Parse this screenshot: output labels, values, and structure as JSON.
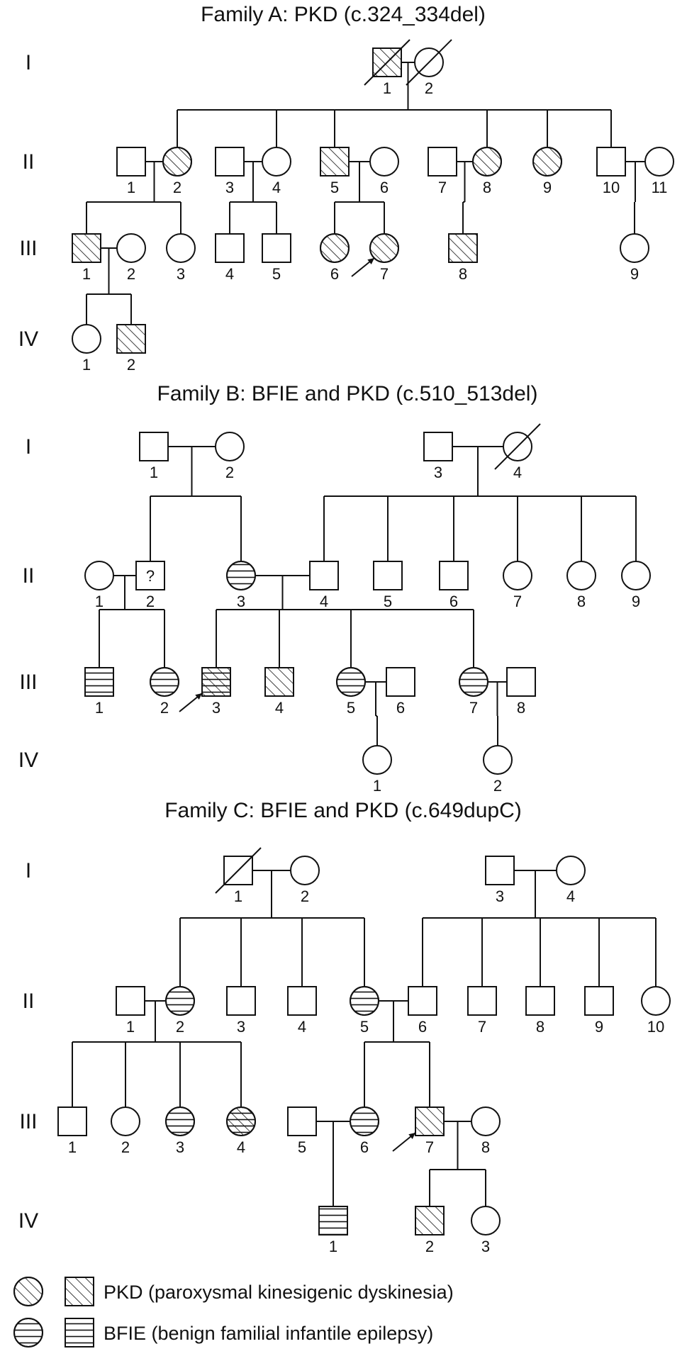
{
  "families": [
    {
      "id": "A",
      "title": "Family A: PKD (c.324_334del)",
      "generations": [
        "I",
        "II",
        "III",
        "IV"
      ],
      "individuals": [
        {
          "id": "A-I-1",
          "label": "1",
          "sex": "male",
          "status": "pkd",
          "deceased": true
        },
        {
          "id": "A-I-2",
          "label": "2",
          "sex": "female",
          "status": "unaffected",
          "deceased": true
        },
        {
          "id": "A-II-1",
          "label": "1",
          "sex": "male",
          "status": "unaffected"
        },
        {
          "id": "A-II-2",
          "label": "2",
          "sex": "female",
          "status": "pkd"
        },
        {
          "id": "A-II-3",
          "label": "3",
          "sex": "male",
          "status": "unaffected"
        },
        {
          "id": "A-II-4",
          "label": "4",
          "sex": "female",
          "status": "unaffected"
        },
        {
          "id": "A-II-5",
          "label": "5",
          "sex": "male",
          "status": "pkd"
        },
        {
          "id": "A-II-6",
          "label": "6",
          "sex": "female",
          "status": "unaffected"
        },
        {
          "id": "A-II-7",
          "label": "7",
          "sex": "male",
          "status": "unaffected"
        },
        {
          "id": "A-II-8",
          "label": "8",
          "sex": "female",
          "status": "pkd"
        },
        {
          "id": "A-II-9",
          "label": "9",
          "sex": "female",
          "status": "pkd"
        },
        {
          "id": "A-II-10",
          "label": "10",
          "sex": "male",
          "status": "unaffected"
        },
        {
          "id": "A-II-11",
          "label": "11",
          "sex": "female",
          "status": "unaffected"
        },
        {
          "id": "A-III-1",
          "label": "1",
          "sex": "male",
          "status": "pkd"
        },
        {
          "id": "A-III-2",
          "label": "2",
          "sex": "female",
          "status": "unaffected"
        },
        {
          "id": "A-III-3",
          "label": "3",
          "sex": "female",
          "status": "unaffected"
        },
        {
          "id": "A-III-4",
          "label": "4",
          "sex": "male",
          "status": "unaffected"
        },
        {
          "id": "A-III-5",
          "label": "5",
          "sex": "male",
          "status": "unaffected"
        },
        {
          "id": "A-III-6",
          "label": "6",
          "sex": "female",
          "status": "pkd"
        },
        {
          "id": "A-III-7",
          "label": "7",
          "sex": "female",
          "status": "pkd",
          "proband": true
        },
        {
          "id": "A-III-8",
          "label": "8",
          "sex": "male",
          "status": "pkd"
        },
        {
          "id": "A-III-9",
          "label": "9",
          "sex": "female",
          "status": "unaffected"
        },
        {
          "id": "A-IV-1",
          "label": "1",
          "sex": "female",
          "status": "unaffected"
        },
        {
          "id": "A-IV-2",
          "label": "2",
          "sex": "male",
          "status": "pkd"
        }
      ],
      "couples": [
        {
          "partners": [
            "A-I-1",
            "A-I-2"
          ],
          "children": [
            "A-II-2",
            "A-II-4",
            "A-II-5",
            "A-II-8",
            "A-II-9",
            "A-II-10"
          ]
        },
        {
          "partners": [
            "A-II-1",
            "A-II-2"
          ],
          "children": [
            "A-III-1",
            "A-III-3"
          ]
        },
        {
          "partners": [
            "A-II-3",
            "A-II-4"
          ],
          "children": [
            "A-III-4",
            "A-III-5"
          ]
        },
        {
          "partners": [
            "A-II-5",
            "A-II-6"
          ],
          "children": [
            "A-III-6",
            "A-III-7"
          ]
        },
        {
          "partners": [
            "A-II-7",
            "A-II-8"
          ],
          "children": [
            "A-III-8"
          ]
        },
        {
          "partners": [
            "A-II-10",
            "A-II-11"
          ],
          "children": [
            "A-III-9"
          ]
        },
        {
          "partners": [
            "A-III-1",
            "A-III-2"
          ],
          "children": [
            "A-IV-1",
            "A-IV-2"
          ]
        }
      ]
    },
    {
      "id": "B",
      "title": "Family B: BFIE and PKD (c.510_513del)",
      "generations": [
        "I",
        "II",
        "III",
        "IV"
      ],
      "individuals": [
        {
          "id": "B-I-1",
          "label": "1",
          "sex": "male",
          "status": "unaffected"
        },
        {
          "id": "B-I-2",
          "label": "2",
          "sex": "female",
          "status": "unaffected"
        },
        {
          "id": "B-I-3",
          "label": "3",
          "sex": "male",
          "status": "unaffected"
        },
        {
          "id": "B-I-4",
          "label": "4",
          "sex": "female",
          "status": "unaffected",
          "deceased": true
        },
        {
          "id": "B-II-1",
          "label": "1",
          "sex": "female",
          "status": "unaffected"
        },
        {
          "id": "B-II-2",
          "label": "2",
          "sex": "male",
          "status": "unknown",
          "mark": "?"
        },
        {
          "id": "B-II-3",
          "label": "3",
          "sex": "female",
          "status": "bfie"
        },
        {
          "id": "B-II-4",
          "label": "4",
          "sex": "male",
          "status": "unaffected"
        },
        {
          "id": "B-II-5",
          "label": "5",
          "sex": "male",
          "status": "unaffected"
        },
        {
          "id": "B-II-6",
          "label": "6",
          "sex": "male",
          "status": "unaffected"
        },
        {
          "id": "B-II-7",
          "label": "7",
          "sex": "female",
          "status": "unaffected"
        },
        {
          "id": "B-II-8",
          "label": "8",
          "sex": "female",
          "status": "unaffected"
        },
        {
          "id": "B-II-9",
          "label": "9",
          "sex": "female",
          "status": "unaffected"
        },
        {
          "id": "B-III-1",
          "label": "1",
          "sex": "male",
          "status": "bfie"
        },
        {
          "id": "B-III-2",
          "label": "2",
          "sex": "female",
          "status": "bfie"
        },
        {
          "id": "B-III-3",
          "label": "3",
          "sex": "male",
          "status": "both",
          "proband": true
        },
        {
          "id": "B-III-4",
          "label": "4",
          "sex": "male",
          "status": "pkd"
        },
        {
          "id": "B-III-5",
          "label": "5",
          "sex": "female",
          "status": "bfie"
        },
        {
          "id": "B-III-6",
          "label": "6",
          "sex": "male",
          "status": "unaffected"
        },
        {
          "id": "B-III-7",
          "label": "7",
          "sex": "female",
          "status": "bfie"
        },
        {
          "id": "B-III-8",
          "label": "8",
          "sex": "male",
          "status": "unaffected"
        },
        {
          "id": "B-IV-1",
          "label": "1",
          "sex": "female",
          "status": "unaffected"
        },
        {
          "id": "B-IV-2",
          "label": "2",
          "sex": "female",
          "status": "unaffected"
        }
      ],
      "couples": [
        {
          "partners": [
            "B-I-1",
            "B-I-2"
          ],
          "children": [
            "B-II-2",
            "B-II-3"
          ]
        },
        {
          "partners": [
            "B-I-3",
            "B-I-4"
          ],
          "children": [
            "B-II-4",
            "B-II-5",
            "B-II-6",
            "B-II-7",
            "B-II-8",
            "B-II-9"
          ]
        },
        {
          "partners": [
            "B-II-1",
            "B-II-2"
          ],
          "children": [
            "B-III-1",
            "B-III-2"
          ]
        },
        {
          "partners": [
            "B-II-3",
            "B-II-4"
          ],
          "children": [
            "B-III-3",
            "B-III-4",
            "B-III-5",
            "B-III-7"
          ]
        },
        {
          "partners": [
            "B-III-5",
            "B-III-6"
          ],
          "children": [
            "B-IV-1"
          ]
        },
        {
          "partners": [
            "B-III-7",
            "B-III-8"
          ],
          "children": [
            "B-IV-2"
          ]
        }
      ]
    },
    {
      "id": "C",
      "title": "Family C: BFIE and PKD (c.649dupC)",
      "generations": [
        "I",
        "II",
        "III",
        "IV"
      ],
      "individuals": [
        {
          "id": "C-I-1",
          "label": "1",
          "sex": "male",
          "status": "unaffected",
          "deceased": true
        },
        {
          "id": "C-I-2",
          "label": "2",
          "sex": "female",
          "status": "unaffected"
        },
        {
          "id": "C-I-3",
          "label": "3",
          "sex": "male",
          "status": "unaffected"
        },
        {
          "id": "C-I-4",
          "label": "4",
          "sex": "female",
          "status": "unaffected"
        },
        {
          "id": "C-II-1",
          "label": "1",
          "sex": "male",
          "status": "unaffected"
        },
        {
          "id": "C-II-2",
          "label": "2",
          "sex": "female",
          "status": "bfie"
        },
        {
          "id": "C-II-3",
          "label": "3",
          "sex": "male",
          "status": "unaffected"
        },
        {
          "id": "C-II-4",
          "label": "4",
          "sex": "male",
          "status": "unaffected"
        },
        {
          "id": "C-II-5",
          "label": "5",
          "sex": "female",
          "status": "bfie"
        },
        {
          "id": "C-II-6",
          "label": "6",
          "sex": "male",
          "status": "unaffected"
        },
        {
          "id": "C-II-7",
          "label": "7",
          "sex": "male",
          "status": "unaffected"
        },
        {
          "id": "C-II-8",
          "label": "8",
          "sex": "male",
          "status": "unaffected"
        },
        {
          "id": "C-II-9",
          "label": "9",
          "sex": "male",
          "status": "unaffected"
        },
        {
          "id": "C-II-10",
          "label": "10",
          "sex": "female",
          "status": "unaffected"
        },
        {
          "id": "C-III-1",
          "label": "1",
          "sex": "male",
          "status": "unaffected"
        },
        {
          "id": "C-III-2",
          "label": "2",
          "sex": "female",
          "status": "unaffected"
        },
        {
          "id": "C-III-3",
          "label": "3",
          "sex": "female",
          "status": "bfie"
        },
        {
          "id": "C-III-4",
          "label": "4",
          "sex": "female",
          "status": "both"
        },
        {
          "id": "C-III-5",
          "label": "5",
          "sex": "male",
          "status": "unaffected"
        },
        {
          "id": "C-III-6",
          "label": "6",
          "sex": "female",
          "status": "bfie"
        },
        {
          "id": "C-III-7",
          "label": "7",
          "sex": "male",
          "status": "pkd",
          "proband": true
        },
        {
          "id": "C-III-8",
          "label": "8",
          "sex": "female",
          "status": "unaffected"
        },
        {
          "id": "C-IV-1",
          "label": "1",
          "sex": "male",
          "status": "bfie"
        },
        {
          "id": "C-IV-2",
          "label": "2",
          "sex": "male",
          "status": "pkd"
        },
        {
          "id": "C-IV-3",
          "label": "3",
          "sex": "female",
          "status": "unaffected"
        }
      ],
      "couples": [
        {
          "partners": [
            "C-I-1",
            "C-I-2"
          ],
          "children": [
            "C-II-2",
            "C-II-3",
            "C-II-4",
            "C-II-5"
          ]
        },
        {
          "partners": [
            "C-I-3",
            "C-I-4"
          ],
          "children": [
            "C-II-6",
            "C-II-7",
            "C-II-8",
            "C-II-9",
            "C-II-10"
          ]
        },
        {
          "partners": [
            "C-II-1",
            "C-II-2"
          ],
          "children": [
            "C-III-1",
            "C-III-2",
            "C-III-3",
            "C-III-4"
          ]
        },
        {
          "partners": [
            "C-II-5",
            "C-II-6"
          ],
          "children": [
            "C-III-6",
            "C-III-7"
          ]
        },
        {
          "partners": [
            "C-III-5",
            "C-III-6"
          ],
          "children": [
            "C-IV-1"
          ]
        },
        {
          "partners": [
            "C-III-7",
            "C-III-8"
          ],
          "children": [
            "C-IV-2",
            "C-IV-3"
          ]
        }
      ]
    }
  ],
  "legend": [
    {
      "status": "pkd",
      "label": "PKD (paroxysmal kinesigenic dyskinesia)"
    },
    {
      "status": "bfie",
      "label": "BFIE (benign familial infantile epilepsy)"
    }
  ],
  "colors": {
    "stroke": "#111111",
    "background": "#ffffff"
  }
}
